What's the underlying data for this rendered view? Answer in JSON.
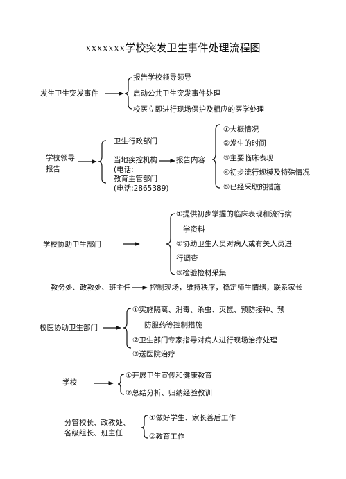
{
  "title_prefix": "XXXXXXX",
  "title_main": "学校突发卫生事件处理流程图",
  "s1": {
    "source": "发生卫生突发事件",
    "items": [
      "报告学校领导领导",
      "启动公共卫生突发事件处理",
      "校医立即进行现场保护及相应的医学处理"
    ]
  },
  "s2": {
    "source_line1": "学校领导",
    "source_line2": "报告",
    "targets": [
      "卫生行政部门",
      "当地疾控机构",
      "(电话:",
      "教育主管部门",
      "(电话:2865389)"
    ],
    "middle": "报告内容",
    "items": [
      "①大概情况",
      "②发生的时间",
      "③主要临床表现",
      "④初步流行规模及特殊情况",
      "⑤已经采取的措施"
    ]
  },
  "s3": {
    "source": "学校协助卫生部门",
    "items": [
      "①提供初步掌握的临床表现和流行病",
      "学资料",
      "②协助卫生人员对病人或有关人员进",
      "行调查",
      "③检验检材采集"
    ]
  },
  "s4": {
    "source": "教务处、政教处、班主任",
    "target": "控制现场，维持秩序，稳定师生情绪，联系家长"
  },
  "s5": {
    "source": "校医协助卫生部门",
    "items": [
      "①实施隔离、消毒、杀虫、灭鼠、预防接种、预",
      "防服药等控制措施",
      "②卫生部门专家指导对病人进行现场治疗处理",
      "③送医院治疗"
    ]
  },
  "s6": {
    "source": "学校",
    "items": [
      "①开展卫生宣传和健康教育",
      "②总结分析、归纳经验教训"
    ]
  },
  "s7": {
    "source_line1": "分管校长、政教处、",
    "source_line2": "各级组长、班主任",
    "items": [
      "①做好学生、家长善后工作",
      "②教育工作"
    ]
  }
}
